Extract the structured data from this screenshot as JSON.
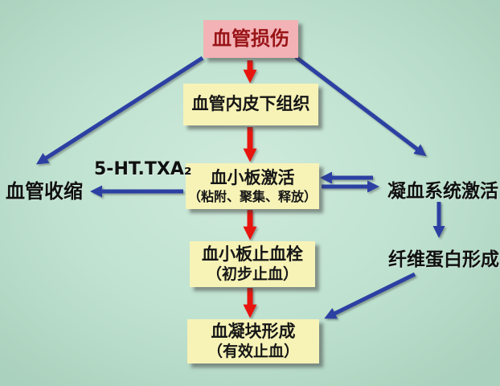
{
  "diagram": {
    "type": "flowchart",
    "nodes": {
      "vessel_injury": {
        "label": "血管损伤"
      },
      "subendothelial_tissue": {
        "label": "血管内皮下组织"
      },
      "platelet_activation": {
        "label": "血小板激活",
        "sublabel": "（粘附、聚集、释放）"
      },
      "platelet_plug": {
        "label": "血小板止血栓",
        "sublabel": "（初步止血）"
      },
      "blood_clot": {
        "label": "血凝块形成",
        "sublabel": "（有效止血）"
      },
      "vasoconstriction": {
        "label": "血管收缩"
      },
      "coagulation_activation": {
        "label": "凝血系统激活"
      },
      "fibrin_formation": {
        "label": "纤维蛋白形成"
      },
      "mediator_label": {
        "label": "5-HT.TXA₂"
      }
    },
    "edges": [
      {
        "from": "血管损伤",
        "to": "血管收缩",
        "color": "blue"
      },
      {
        "from": "血管损伤",
        "to": "血管内皮下组织",
        "color": "red"
      },
      {
        "from": "血管损伤",
        "to": "凝血系统激活",
        "color": "blue"
      },
      {
        "from": "血管内皮下组织",
        "to": "血小板激活（粘附、聚集、释放）",
        "color": "red"
      },
      {
        "from": "血小板激活（粘附、聚集、释放）",
        "to": "血管收缩",
        "color": "blue",
        "label": "5-HT.TXA₂"
      },
      {
        "from": "血小板激活（粘附、聚集、释放）",
        "to": "凝血系统激活",
        "color": "blue",
        "bidirectional": true
      },
      {
        "from": "血小板激活（粘附、聚集、释放）",
        "to": "血小板止血栓（初步止血）",
        "color": "red"
      },
      {
        "from": "凝血系统激活",
        "to": "纤维蛋白形成",
        "color": "blue"
      },
      {
        "from": "血小板止血栓（初步止血）",
        "to": "血凝块形成（有效止血）",
        "color": "red"
      },
      {
        "from": "纤维蛋白形成",
        "to": "血凝块形成（有效止血）",
        "color": "blue"
      }
    ],
    "colors": {
      "background": "#bfe2d0",
      "bg_light": "#cfeadb",
      "box_pink": "#f3b2b5",
      "box_pink_text": "#991418",
      "box_yellow": "#f7f3b7",
      "text_dark": "#161616",
      "arrow_red": "#e8140e",
      "arrow_blue": "#2c40a3"
    }
  }
}
